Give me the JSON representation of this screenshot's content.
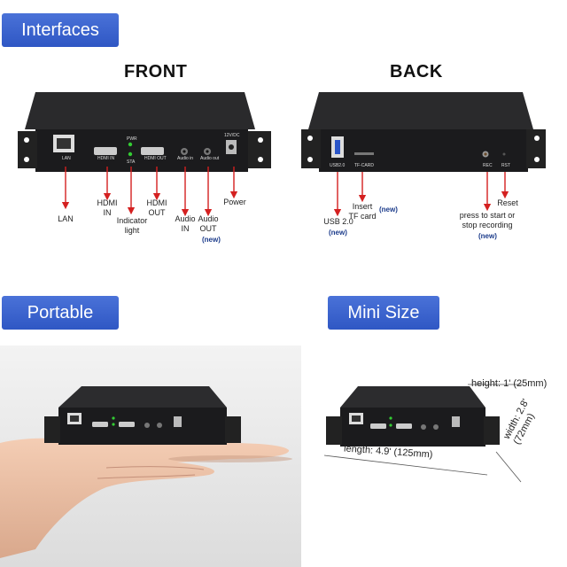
{
  "badges": {
    "interfaces": "Interfaces",
    "portable": "Portable",
    "mini_size": "Mini Size"
  },
  "headings": {
    "front": "FRONT",
    "back": "BACK"
  },
  "front_panel": {
    "port_labels": [
      "LAN",
      "HDMI IN",
      "PWR",
      "STA",
      "HDMI OUT",
      "Audio in",
      "Audio out",
      "12V/DC"
    ],
    "callouts": {
      "lan": "LAN",
      "hdmi_in": "HDMI\nIN",
      "indicator": "Indicator\nlight",
      "hdmi_out": "HDMI\nOUT",
      "audio_in": "Audio\nIN",
      "audio_out": "Audio\nOUT",
      "power": "Power",
      "new_tag": "(new)"
    }
  },
  "back_panel": {
    "port_labels": [
      "USB2.0",
      "TF-CARD",
      "REC",
      "RST"
    ],
    "callouts": {
      "usb": "USB 2.0",
      "usb_new": "(new)",
      "tf": "Insert\nTF card",
      "tf_new": "(new)",
      "rec": "press to start or\nstop recording",
      "rec_new": "(new)",
      "reset": "Reset"
    }
  },
  "dimensions": {
    "height": "height: 1'  (25mm)",
    "length": "length: 4.9' (125mm)",
    "width": "width: 2.8'\n(72mm)"
  },
  "colors": {
    "badge": "#3a63cf",
    "arrow": "#d42020",
    "new": "#1a3a8a",
    "device": "#1c1c1e"
  }
}
